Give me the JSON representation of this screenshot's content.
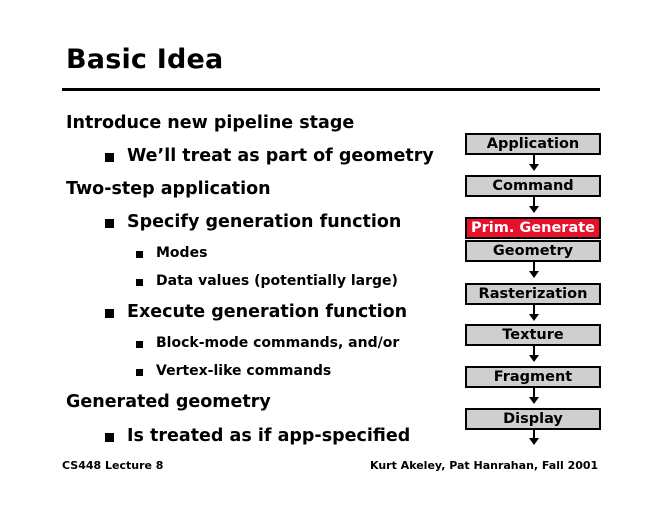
{
  "slide": {
    "title": "Basic Idea",
    "bullets": [
      {
        "text": "Introduce new pipeline stage"
      },
      {
        "text": "We’ll treat as part of geometry"
      },
      {
        "text": "Two-step application"
      },
      {
        "text": "Specify generation function"
      },
      {
        "text": "Modes"
      },
      {
        "text": "Data values (potentially large)"
      },
      {
        "text": "Execute generation function"
      },
      {
        "text": "Block-mode commands, and/or"
      },
      {
        "text": "Vertex-like commands"
      },
      {
        "text": "Generated geometry"
      },
      {
        "text": "Is treated as if app-specified"
      }
    ]
  },
  "pipeline": {
    "stages": [
      {
        "label": "Application"
      },
      {
        "label": "Command"
      },
      {
        "label": "Prim. Generate",
        "highlight": true,
        "color": "#e8102a"
      },
      {
        "label": "Geometry"
      },
      {
        "label": "Rasterization"
      },
      {
        "label": "Texture"
      },
      {
        "label": "Fragment"
      },
      {
        "label": "Display"
      }
    ]
  },
  "footer": {
    "left": "CS448 Lecture 8",
    "right": "Kurt Akeley, Pat Hanrahan, Fall 2001"
  }
}
